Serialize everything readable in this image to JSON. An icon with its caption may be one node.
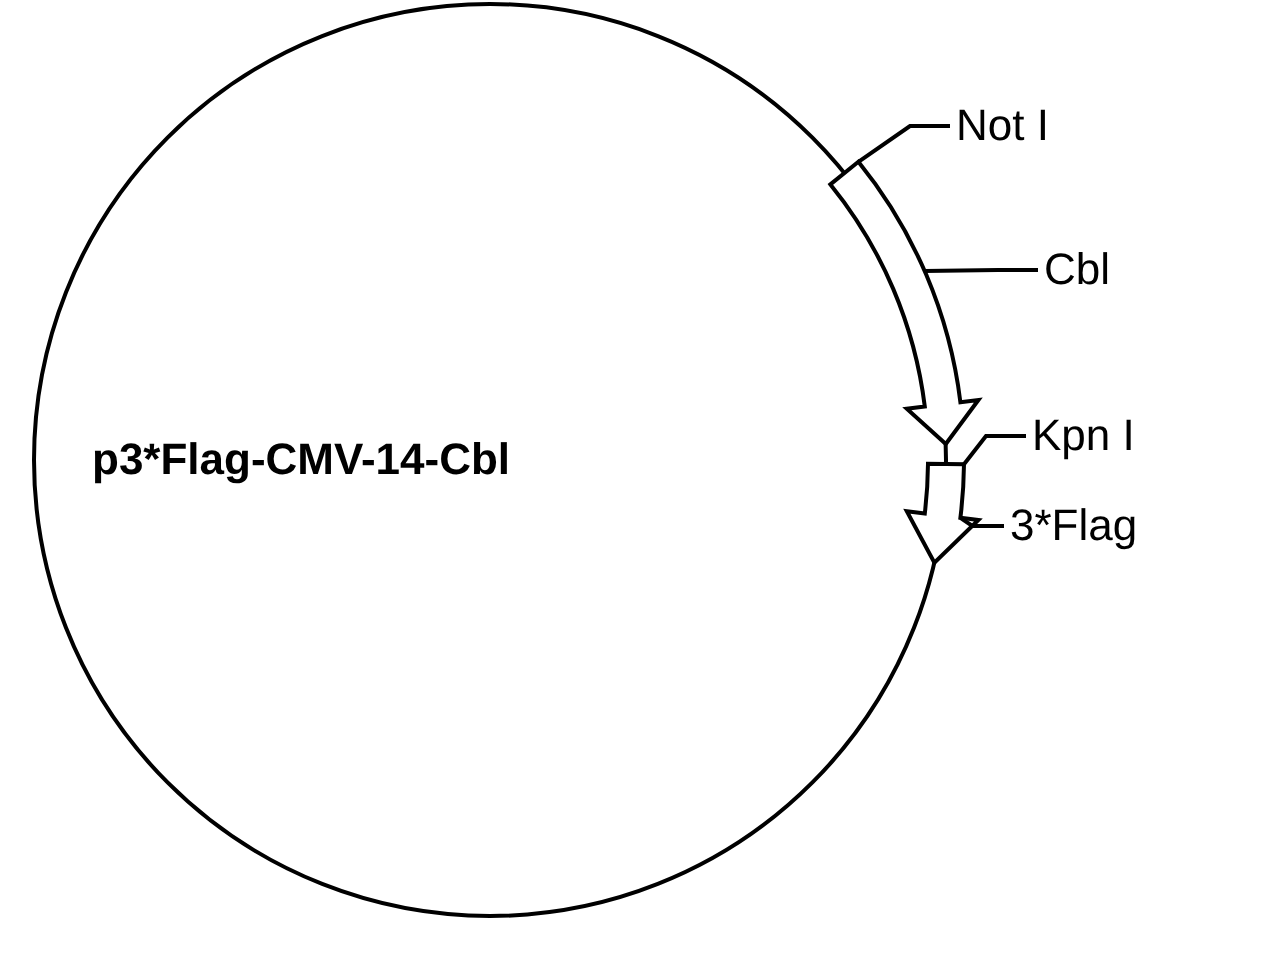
{
  "diagram": {
    "nodes": [
      {
        "text": [
          "p3*Flag-CMV-14-Cbl"
        ]
      },
      {
        "text": [],
        "shape": "arrow"
      },
      {
        "text": [],
        "shape": "arrow"
      },
      {
        "text": [
          "Not I"
        ]
      },
      {
        "text": [
          "Cbl"
        ]
      },
      {
        "text": [
          "Kpn I"
        ]
      },
      {
        "text": [
          "3*Flag"
        ]
      }
    ],
    "edges": [
      {
        "from": 3,
        "to": 1,
        "arrow": "none"
      },
      {
        "from": 4,
        "to": 1,
        "arrow": "none"
      },
      {
        "from": 5,
        "to": 2,
        "arrow": "none"
      },
      {
        "from": 6,
        "to": 2,
        "arrow": "none"
      }
    ]
  }
}
